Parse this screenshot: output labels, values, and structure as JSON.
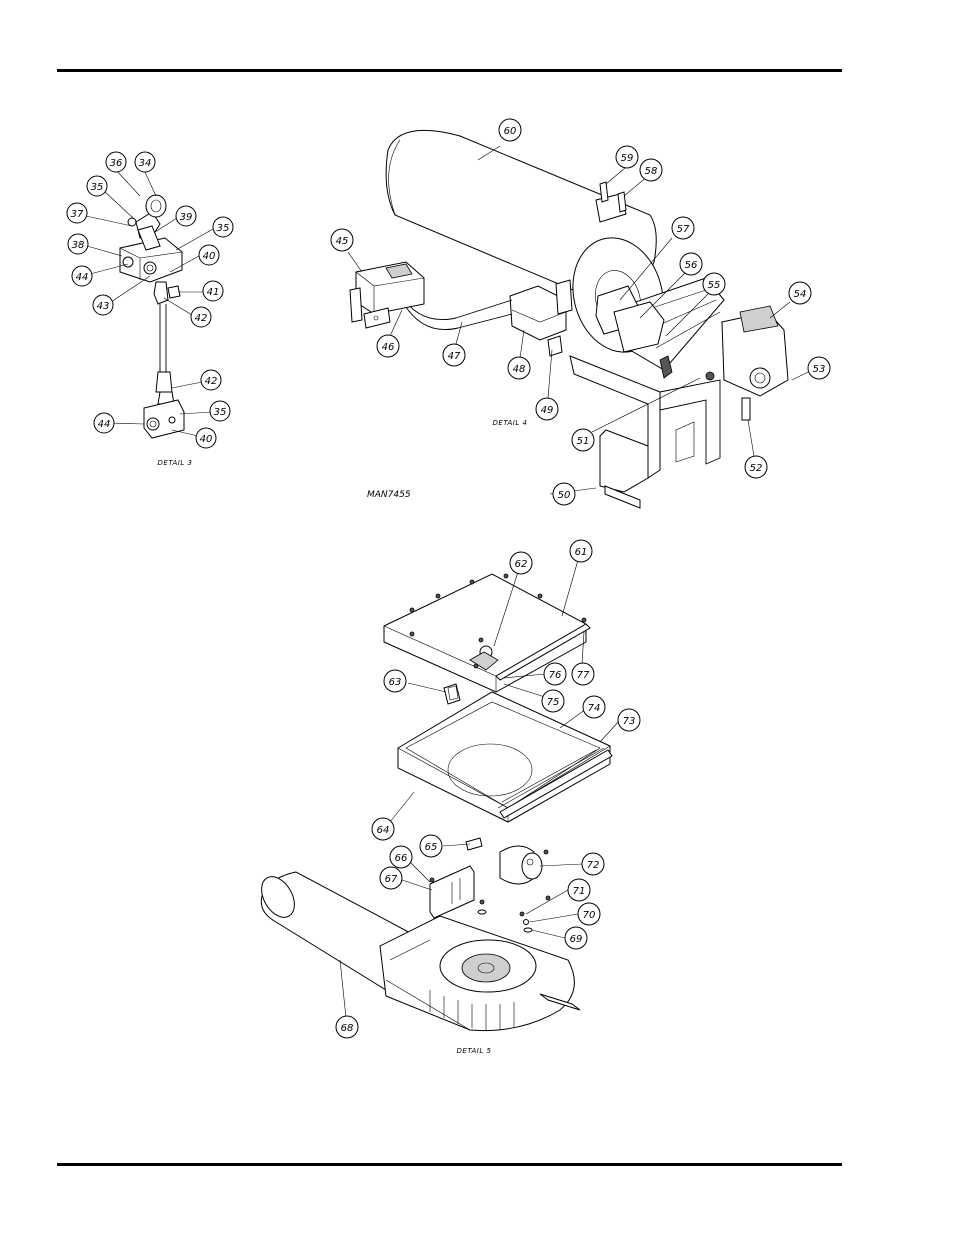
{
  "captions": {
    "detail3": "DETAIL 3",
    "detail4": "DETAIL 4",
    "detail5": "DETAIL 5",
    "drawing_number": "MAN7455"
  },
  "callouts": {
    "detail3": [
      "34",
      "35",
      "36",
      "37",
      "38",
      "39",
      "35",
      "40",
      "41",
      "42",
      "43",
      "44",
      "42",
      "35",
      "40",
      "44"
    ],
    "detail4": [
      "45",
      "46",
      "47",
      "48",
      "49",
      "50",
      "51",
      "52",
      "53",
      "54",
      "55",
      "56",
      "57",
      "58",
      "59",
      "60"
    ],
    "detail5": [
      "61",
      "62",
      "63",
      "64",
      "65",
      "66",
      "67",
      "68",
      "69",
      "70",
      "71",
      "72",
      "73",
      "74",
      "75",
      "76",
      "77"
    ]
  }
}
